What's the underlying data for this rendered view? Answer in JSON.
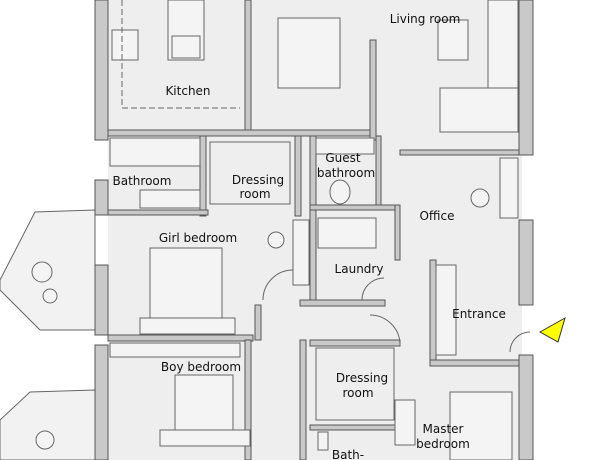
{
  "plan": {
    "rooms": {
      "living_room": "Living room",
      "kitchen": "Kitchen",
      "bathroom": "Bathroom",
      "dressing_room_1": [
        "Dressing",
        "room"
      ],
      "guest_bathroom": [
        "Guest",
        "bathroom"
      ],
      "office": "Office",
      "girl_bedroom": "Girl bedroom",
      "laundry": "Laundry",
      "entrance": "Entrance",
      "boy_bedroom": "Boy bedroom",
      "dressing_room_2": [
        "Dressing",
        "room"
      ],
      "master_bedroom": [
        "Master",
        "bedroom"
      ],
      "bath": "Bath-"
    },
    "entrance_marker_color": "#ffff00"
  }
}
